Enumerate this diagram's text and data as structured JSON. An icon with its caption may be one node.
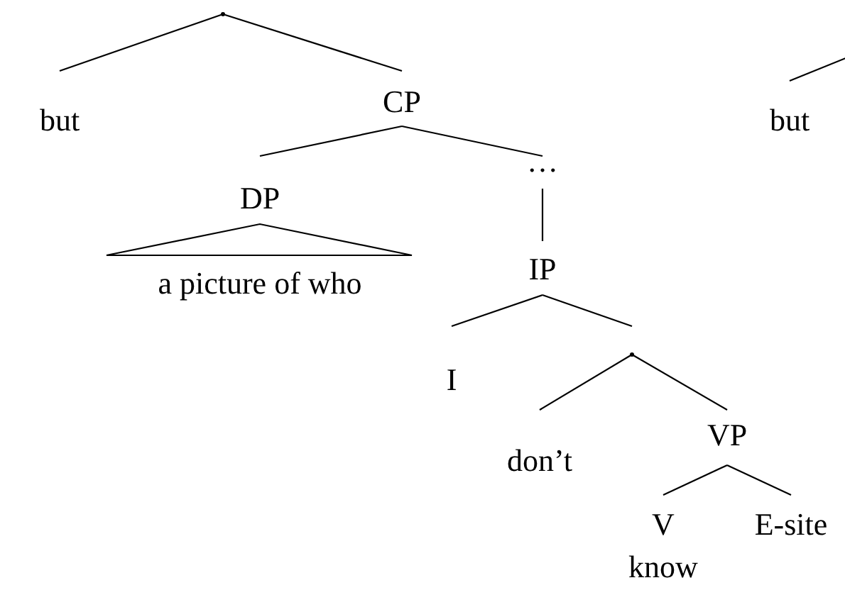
{
  "diagram": {
    "nodes": [
      {
        "text": [],
        "shape": "point"
      },
      {
        "text": [
          "but"
        ]
      },
      {
        "text": [
          "CP"
        ]
      },
      {
        "text": [
          "DP"
        ]
      },
      {
        "text": [
          "a picture of who"
        ]
      },
      {
        "text": [
          "…"
        ]
      },
      {
        "text": [
          "IP"
        ]
      },
      {
        "text": [
          "I"
        ]
      },
      {
        "text": [],
        "shape": "point"
      },
      {
        "text": [
          "don’t"
        ]
      },
      {
        "text": [
          "VP"
        ]
      },
      {
        "text": [
          "V",
          "know"
        ]
      },
      {
        "text": [
          "E-site"
        ]
      },
      {
        "text": [
          "but"
        ]
      }
    ],
    "edges": [
      {
        "from": 0,
        "to": 1,
        "arrow": "none"
      },
      {
        "from": 0,
        "to": 2,
        "arrow": "none"
      },
      {
        "from": 2,
        "to": 3,
        "arrow": "none"
      },
      {
        "from": 2,
        "to": 5,
        "arrow": "none"
      },
      {
        "from": 3,
        "to": 4,
        "arrow": "none"
      },
      {
        "from": 5,
        "to": 6,
        "arrow": "none"
      },
      {
        "from": 6,
        "to": 7,
        "arrow": "none"
      },
      {
        "from": 6,
        "to": 8,
        "arrow": "none"
      },
      {
        "from": 8,
        "to": 9,
        "arrow": "none"
      },
      {
        "from": 8,
        "to": 10,
        "arrow": "none"
      },
      {
        "from": 10,
        "to": 11,
        "arrow": "none"
      },
      {
        "from": 10,
        "to": 12,
        "arrow": "none"
      },
      {
        "from": null,
        "to": 13,
        "arrow": "none"
      }
    ]
  }
}
